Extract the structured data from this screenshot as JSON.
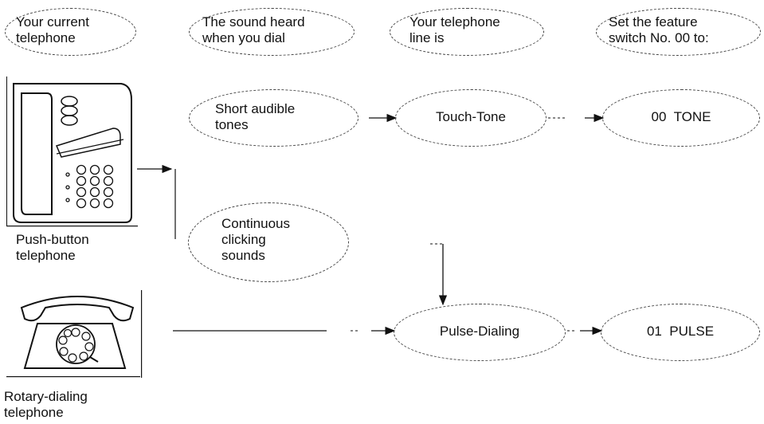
{
  "headers": {
    "current_telephone": "Your current\ntelephone",
    "sound_heard": "The sound heard\nwhen you dial",
    "line_is": "Your telephone\nline is",
    "set_switch": "Set the feature\nswitch No. 00 to:"
  },
  "phones": {
    "push_button_label": "Push-button\ntelephone",
    "rotary_label": "Rotary-dialing\ntelephone"
  },
  "sounds": {
    "short_tones": "Short audible\ntones",
    "clicking": "Continuous\nclicking\nsounds"
  },
  "lines": {
    "touch_tone": "Touch-Tone",
    "pulse": "Pulse-Dialing"
  },
  "settings": {
    "tone": "00  TONE",
    "pulse": "01  PULSE"
  }
}
